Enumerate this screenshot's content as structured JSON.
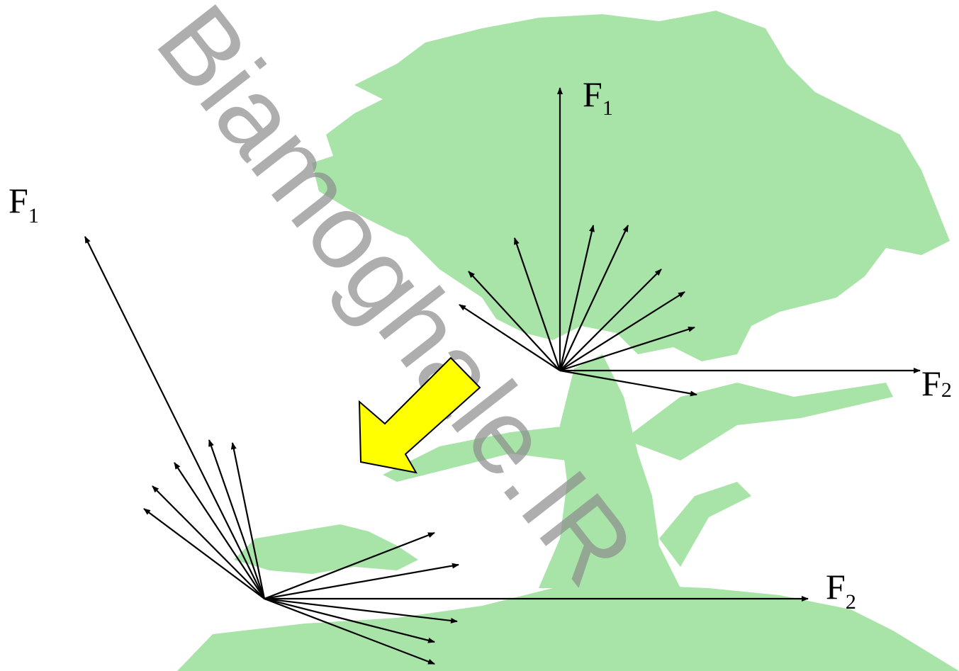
{
  "colors": {
    "tree": "#a8e4a8",
    "arrow_fill": "#ffff00",
    "watermark": "#8c8c8c",
    "vector": "#000000"
  },
  "diagrams": [
    {
      "name": "before",
      "labels": {
        "axis1_main": "F",
        "axis1_sub": "1",
        "axis2_main": "F",
        "axis2_sub": "2"
      }
    },
    {
      "name": "after",
      "labels": {
        "axis1_main": "F",
        "axis1_sub": "1",
        "axis2_main": "F",
        "axis2_sub": "2"
      }
    }
  ],
  "watermark": {
    "text": "Biamoghale.IR"
  },
  "transition_arrow": {
    "icon": "arrow-down-left-icon"
  }
}
